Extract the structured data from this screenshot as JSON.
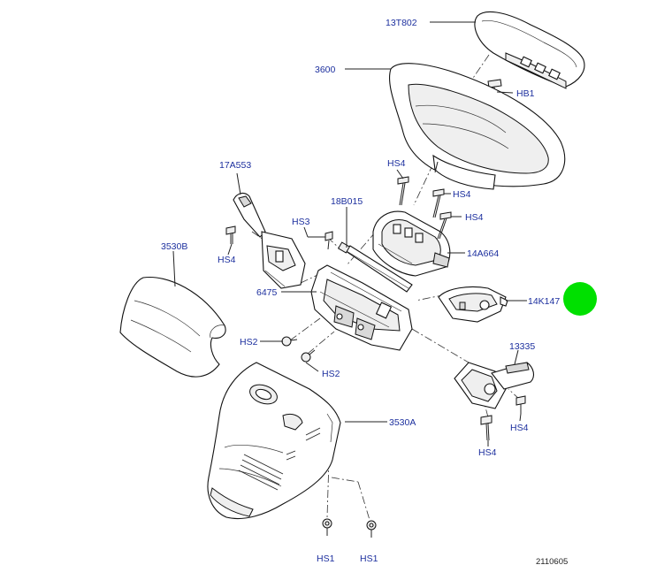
{
  "diagram": {
    "labels": {
      "l_13t802": "13T802",
      "l_3600": "3600",
      "l_hb1": "HB1",
      "l_17a553": "17A553",
      "l_hs4_a": "HS4",
      "l_hs4_b": "HS4",
      "l_hs4_c": "HS4",
      "l_hs4_d": "HS4",
      "l_hs4_e": "HS4",
      "l_hs4_f": "HS4",
      "l_hs3": "HS3",
      "l_18b015": "18B015",
      "l_14a664": "14A664",
      "l_3530b": "3530B",
      "l_6475": "6475",
      "l_14k147": "14K147",
      "l_hs2_a": "HS2",
      "l_hs2_b": "HS2",
      "l_13335": "13335",
      "l_3530a": "3530A",
      "l_hs1_a": "HS1",
      "l_hs1_b": "HS1"
    },
    "reference_number": "2110605",
    "highlight_color": "#00e000",
    "label_color": "#1c2f9e"
  }
}
